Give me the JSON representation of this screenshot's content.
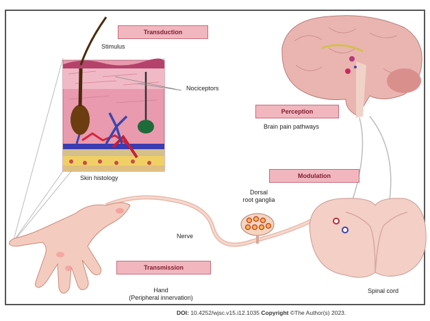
{
  "stages": {
    "transduction": "Transduction",
    "perception": "Perception",
    "modulation": "Modulation",
    "transmission": "Transmission"
  },
  "labels": {
    "stimulus": "Stimulus",
    "nociceptors": "Nociceptors",
    "skin_histology": "Skin histology",
    "brain_pathways": "Brain pain pathways",
    "drg_line1": "Dorsal",
    "drg_line2": "root ganglia",
    "nerve": "Nerve",
    "hand_line1": "Hand",
    "hand_line2": "(Peripheral innervation)",
    "spinal_cord": "Spinal cord"
  },
  "footer": {
    "doi_label": "DOI:",
    "doi_value": "10.4252/wjsc.v15.i12.1035",
    "copyright_label": "Copyright",
    "copyright_value": "©The Author(s) 2023."
  },
  "colors": {
    "pill_fill": "#f2b6bf",
    "pill_border": "#c46b79",
    "skin": "#e8a0b0",
    "brain": "#eab5b0",
    "spinal": "#f3cfc6"
  }
}
